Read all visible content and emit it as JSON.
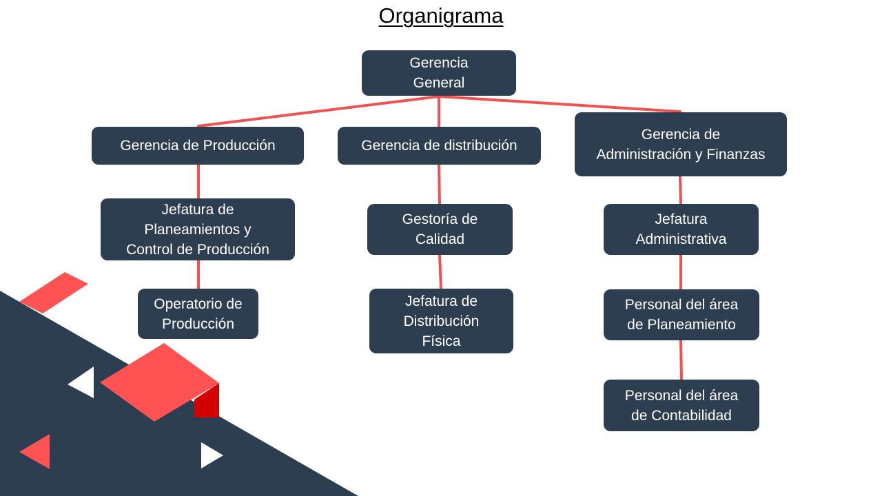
{
  "title": "Organigrama",
  "colors": {
    "node_fill": "#2d3e50",
    "node_text": "#ffffff",
    "connector": "#f05252",
    "accent_red": "#d40000",
    "accent_coral": "#ff5252"
  },
  "nodes": {
    "gerencia_general": "Gerencia\nGeneral",
    "gerencia_produccion": "Gerencia de Producción",
    "gerencia_distribucion": "Gerencia de distribución",
    "gerencia_administracion": "Gerencia de\nAdministración y Finanzas",
    "jefatura_planeamientos": "Jefatura de\nPlaneamientos y\nControl de Producción",
    "gestoria_calidad": "Gestoría de\nCalidad",
    "jefatura_administrativa": "Jefatura\nAdministrativa",
    "operatorio_produccion": "Operatorio de\nProducción",
    "jefatura_distribucion": "Jefatura de\nDistribución\nFísica",
    "personal_planeamiento": "Personal del área\nde Planeamiento",
    "personal_contabilidad": "Personal del área\nde Contabilidad"
  },
  "edges": [
    [
      "gerencia_general",
      "gerencia_produccion"
    ],
    [
      "gerencia_general",
      "gerencia_distribucion"
    ],
    [
      "gerencia_general",
      "gerencia_administracion"
    ],
    [
      "gerencia_produccion",
      "jefatura_planeamientos"
    ],
    [
      "jefatura_planeamientos",
      "operatorio_produccion"
    ],
    [
      "gerencia_distribucion",
      "gestoria_calidad"
    ],
    [
      "gestoria_calidad",
      "jefatura_distribucion"
    ],
    [
      "gerencia_administracion",
      "jefatura_administrativa"
    ],
    [
      "jefatura_administrativa",
      "personal_planeamiento"
    ],
    [
      "personal_planeamiento",
      "personal_contabilidad"
    ]
  ]
}
